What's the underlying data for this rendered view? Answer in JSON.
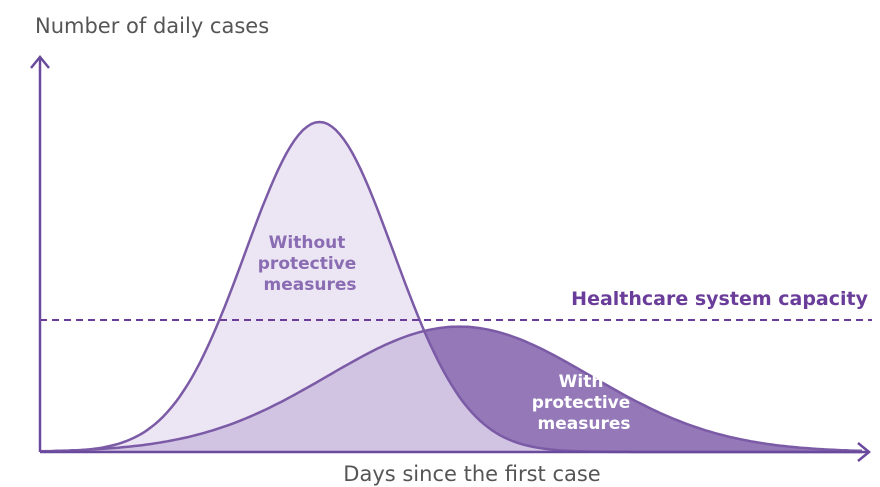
{
  "chart_data": {
    "type": "area",
    "xlabel": "Days since the first case",
    "ylabel": "Number of daily cases",
    "x_range": [
      0,
      100
    ],
    "y_range": [
      0,
      100
    ],
    "series": [
      {
        "name": "Without protective measures",
        "label_lines": [
          "Without",
          "protective",
          "measures"
        ],
        "peak_x": 34,
        "peak_y": 100,
        "spread": 9,
        "color": "#7b5aa6",
        "fill": "#e6def0"
      },
      {
        "name": "With protective measures",
        "label_lines": [
          "With",
          "protective",
          "measures"
        ],
        "peak_x": 51,
        "peak_y": 38,
        "spread": 16,
        "color": "#7b5aa6",
        "fill": "#9478b8"
      }
    ],
    "threshold": {
      "label": "Healthcare system capacity",
      "y": 40,
      "color": "#6a3d9a",
      "style": "dashed"
    },
    "grid": false,
    "axis_color": "#6a4a9c"
  }
}
